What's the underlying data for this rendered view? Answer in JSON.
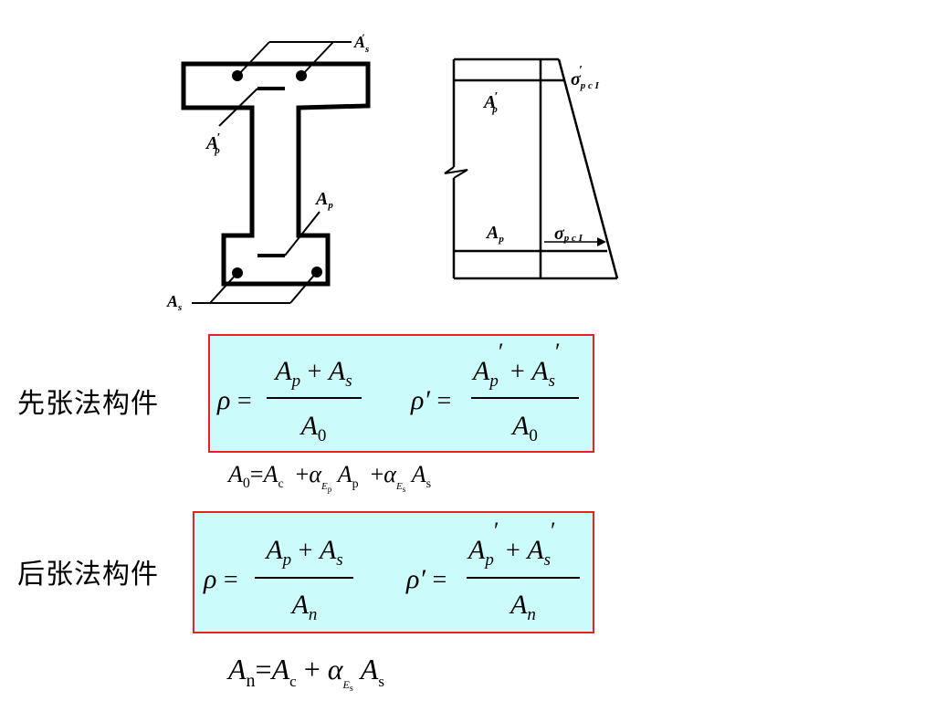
{
  "diagram": {
    "labels": {
      "As_prime": {
        "main": "A",
        "sub": "s",
        "prime": "′"
      },
      "Ap_prime_left": {
        "main": "A",
        "sub": "p",
        "prime": "′"
      },
      "Ap_left": {
        "main": "A",
        "sub": "p"
      },
      "As_left": {
        "main": "A",
        "sub": "s"
      },
      "Ap_prime_right": {
        "main": "A",
        "sub": "p",
        "prime": "′"
      },
      "Ap_right": {
        "main": "A",
        "sub": "p"
      },
      "sigma_top": {
        "main": "σ",
        "sub": "p c I",
        "prime": "′"
      },
      "sigma_bottom": {
        "main": "σ",
        "sub": "p c I"
      }
    }
  },
  "pretension": {
    "label": "先张法构件",
    "rho": "ρ",
    "rho_prime": "ρ′",
    "eq": "=",
    "plus": "+",
    "A": "A",
    "sub_p": "p",
    "sub_s": "s",
    "sub_0": "0",
    "prime": "′",
    "extra": {
      "A0": "A",
      "sub0": "0",
      "eq": "=",
      "Ac": "A",
      "subc": "c",
      "plus": "+",
      "alpha": "α",
      "subE": "E",
      "subEp": "p",
      "subEs": "s",
      "Ap": "A",
      "subp": "p",
      "As": "A",
      "subs": "s"
    }
  },
  "posttension": {
    "label": "后张法构件",
    "rho": "ρ",
    "rho_prime": "ρ′",
    "eq": "=",
    "plus": "+",
    "A": "A",
    "sub_p": "p",
    "sub_s": "s",
    "sub_n": "n",
    "prime": "′",
    "extra": {
      "An": "A",
      "subn": "n",
      "eq": "=",
      "Ac": "A",
      "subc": "c",
      "plus": "+",
      "alpha": "α",
      "subE": "E",
      "subEs": "s",
      "As": "A",
      "subs": "s"
    }
  },
  "colors": {
    "box_fill": "#ccfbfb",
    "box_border": "#e8231f"
  }
}
